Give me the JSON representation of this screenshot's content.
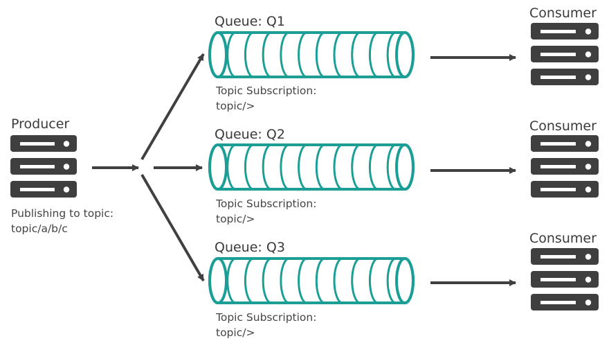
{
  "producer": {
    "title": "Producer",
    "publish_line1": "Publishing to topic:",
    "publish_line2": "topic/a/b/c"
  },
  "queues": [
    {
      "title": "Queue: Q1",
      "sub_line1": "Topic Subscription:",
      "sub_line2": "topic/>"
    },
    {
      "title": "Queue: Q2",
      "sub_line1": "Topic Subscription:",
      "sub_line2": "topic/>"
    },
    {
      "title": "Queue: Q3",
      "sub_line1": "Topic Subscription:",
      "sub_line2": "topic/>"
    }
  ],
  "consumers": [
    {
      "title": "Consumer"
    },
    {
      "title": "Consumer"
    },
    {
      "title": "Consumer"
    }
  ],
  "colors": {
    "queue_stroke": "#1a9e96",
    "server_fill": "#3f3f3f",
    "arrow": "#404040"
  },
  "icons": {
    "server": "server-icon",
    "queue": "queue-cylinder-icon"
  }
}
